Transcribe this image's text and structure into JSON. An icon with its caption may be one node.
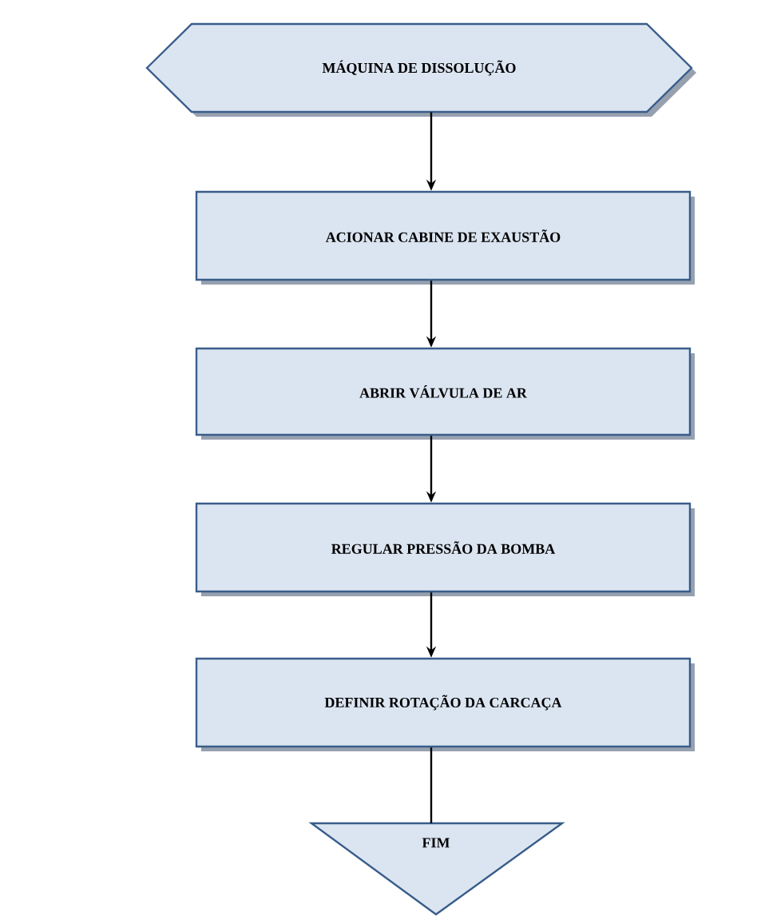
{
  "diagram": {
    "nodes": [
      {
        "text": [
          "MÁQUINA DE DISSOLUÇÃO"
        ]
      },
      {
        "text": [
          "ACIONAR CABINE DE EXAUSTÃO"
        ]
      },
      {
        "text": [
          "ABRIR VÁLVULA DE AR"
        ]
      },
      {
        "text": [
          "REGULAR PRESSÃO DA BOMBA"
        ]
      },
      {
        "text": [
          "DEFINIR ROTAÇÃO DA CARCAÇA"
        ]
      },
      {
        "text": [
          "FIM"
        ]
      }
    ],
    "edges": [
      {
        "from": 0,
        "to": 1,
        "arrow": "to"
      },
      {
        "from": 1,
        "to": 2,
        "arrow": "to"
      },
      {
        "from": 2,
        "to": 3,
        "arrow": "to"
      },
      {
        "from": 3,
        "to": 4,
        "arrow": "to"
      },
      {
        "from": 4,
        "to": 5,
        "arrow": "none"
      }
    ]
  }
}
